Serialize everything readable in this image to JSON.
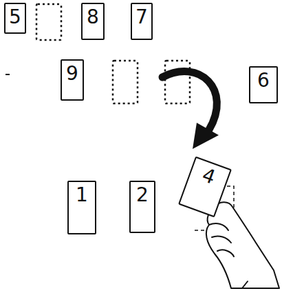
{
  "diagram": {
    "nodes": [
      {
        "text": [
          "5"
        ]
      },
      {
        "text": [
          "8"
        ]
      },
      {
        "text": [
          "7"
        ]
      },
      {
        "text": [
          "9"
        ]
      },
      {
        "text": [
          "6"
        ]
      },
      {
        "text": [
          "1"
        ]
      },
      {
        "text": [
          "2"
        ]
      },
      {
        "text": [
          "4"
        ]
      }
    ]
  }
}
